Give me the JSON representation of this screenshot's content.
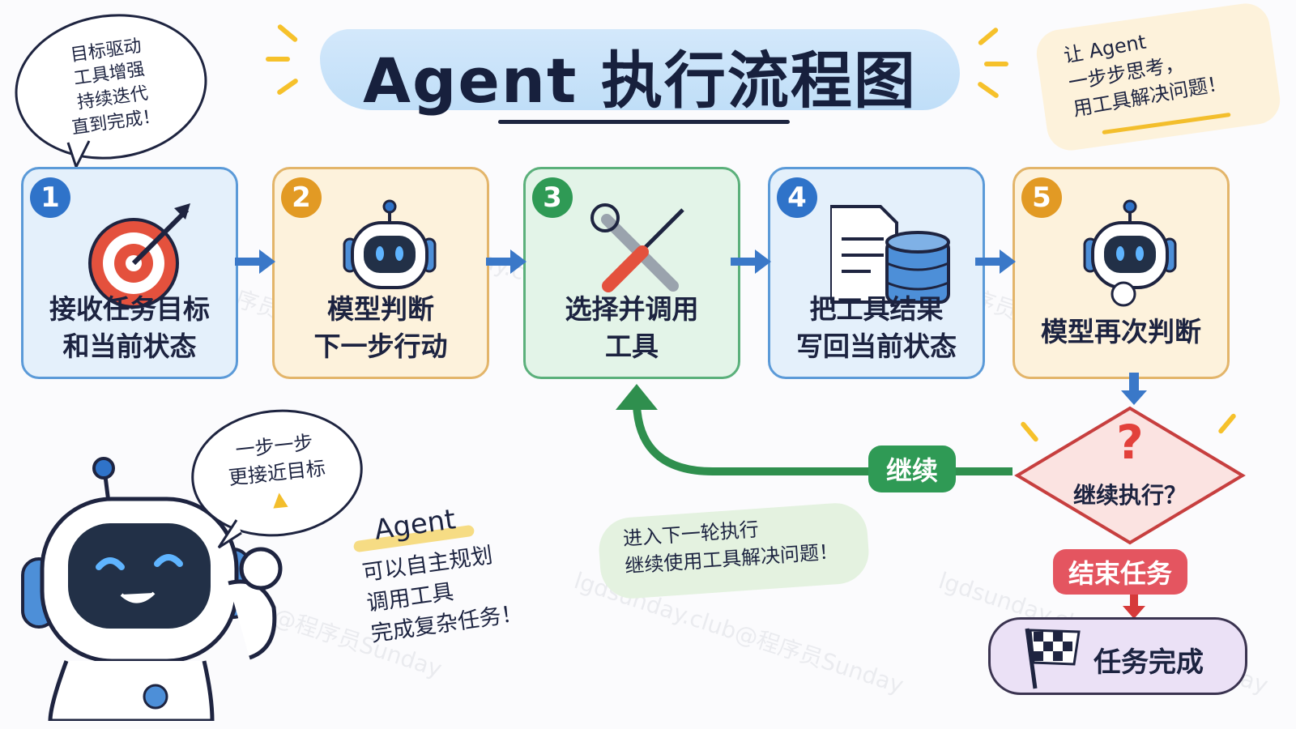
{
  "title": "Agent 执行流程图",
  "bubble_top_left": [
    "目标驱动",
    "工具增强",
    "持续迭代",
    "直到完成！"
  ],
  "note_top_right": [
    "让 Agent",
    "一步步思考，",
    "用工具解决问题！"
  ],
  "steps": [
    {
      "num": "1",
      "lines": [
        "接收任务目标",
        "和当前状态"
      ],
      "color": "#2f73c9",
      "bg": "#e4f0fb",
      "border": "#5b9ad8"
    },
    {
      "num": "2",
      "lines": [
        "模型判断",
        "下一步行动"
      ],
      "color": "#e29a24",
      "bg": "#fdf2dc",
      "border": "#e3b56a"
    },
    {
      "num": "3",
      "lines": [
        "选择并调用",
        "工具"
      ],
      "color": "#2f9a55",
      "bg": "#e3f4e8",
      "border": "#5bb07b"
    },
    {
      "num": "4",
      "lines": [
        "把工具结果",
        "写回当前状态"
      ],
      "color": "#2f73c9",
      "bg": "#e4f0fb",
      "border": "#5b9ad8"
    },
    {
      "num": "5",
      "lines": [
        "模型再次判断"
      ],
      "color": "#e29a24",
      "bg": "#fdf2dc",
      "border": "#e3b56a"
    }
  ],
  "decision": {
    "label": "继续执行？",
    "mark": "?"
  },
  "continue_label": "继续",
  "end_label": "结束任务",
  "done_label": "任务完成",
  "loop_note": [
    "进入下一轮执行",
    "继续使用工具解决问题！"
  ],
  "robot_bubble": [
    "一步一步",
    "更接近目标"
  ],
  "agent_note": {
    "head": "Agent",
    "lines": [
      "可以自主规划",
      "调用工具",
      "完成复杂任务！"
    ]
  },
  "watermark": [
    "lgdsunday.club@程序员Sunday"
  ]
}
